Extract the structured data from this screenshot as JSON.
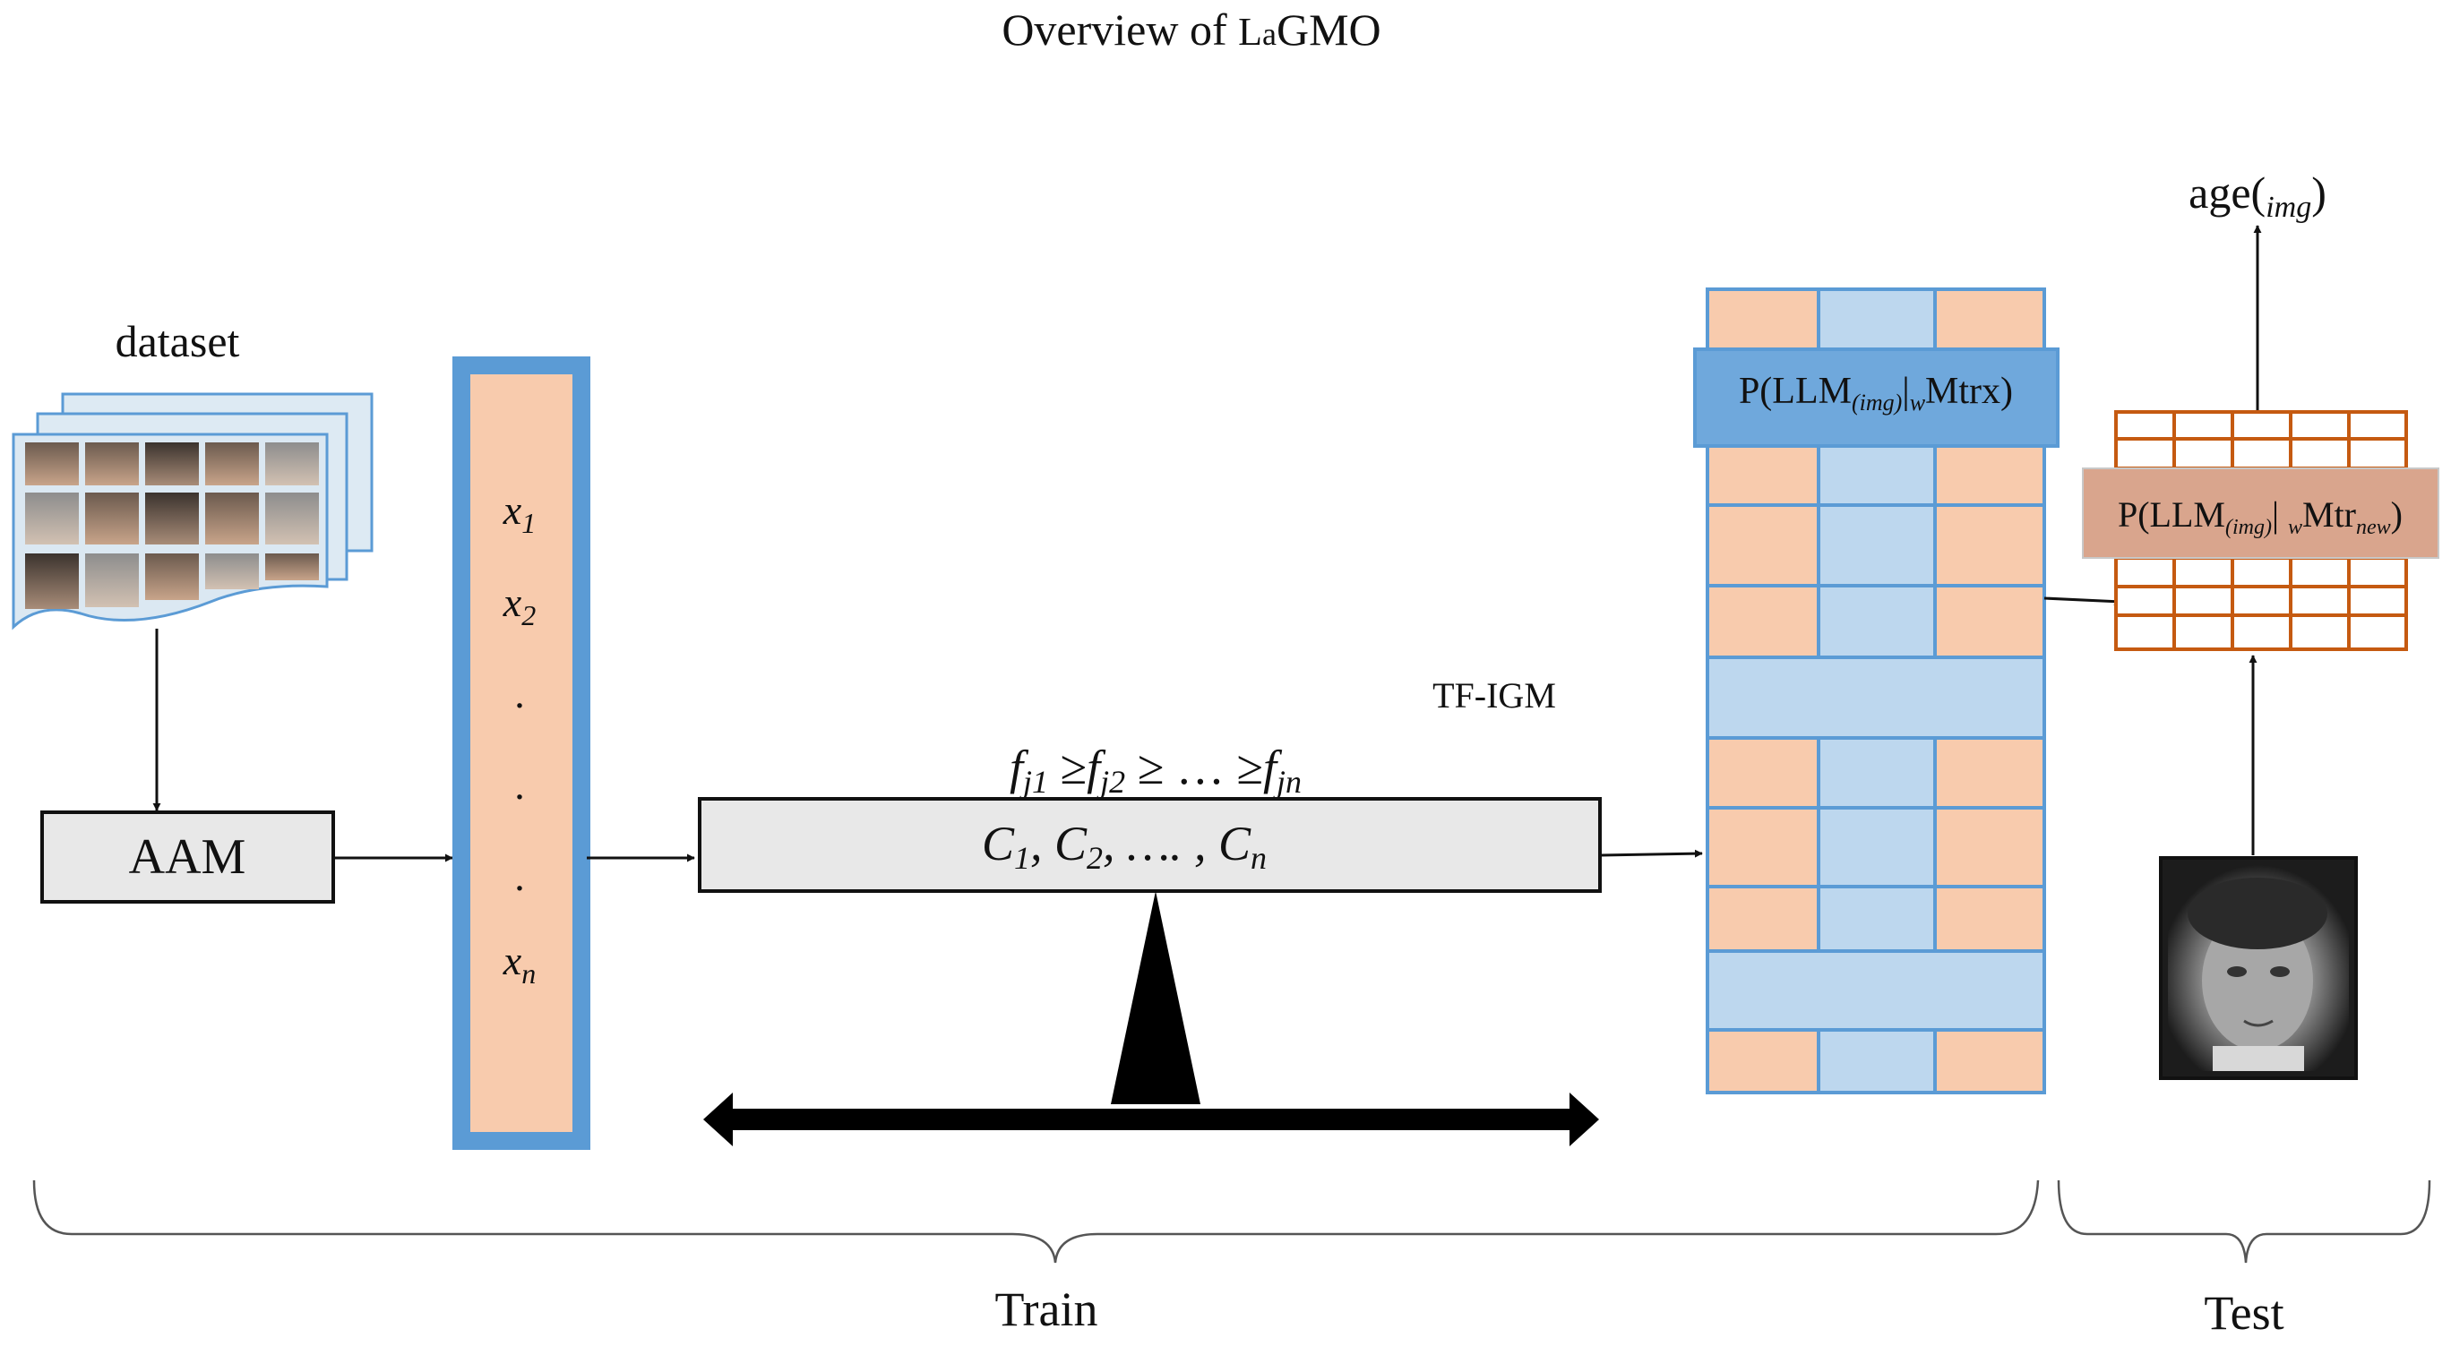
{
  "title_prefix": "Overview of ",
  "title_small_L": "L",
  "title_small_a": "a",
  "title_suffix": "GMO",
  "dataset_label": "dataset",
  "aam_label": "AAM",
  "vector": {
    "x1_base": "x",
    "x1_sub": "1",
    "x2_base": "x",
    "x2_sub": "2",
    "dot": ".",
    "xn_base": "x",
    "xn_sub": "n"
  },
  "tfigm_label": "TF-IGM",
  "freq": {
    "f1_base": "f",
    "f1_sub": "j1",
    "f2_base": "f",
    "f2_sub": "j2",
    "ge": "≥",
    "dots": "…",
    "fn_base": "f",
    "fn_sub": "jn"
  },
  "classes": {
    "c1_base": "C",
    "c1_sub": "1",
    "c2_base": "C",
    "c2_sub": "2",
    "mid": ",  …. ,",
    "cn_base": "C",
    "cn_sub": "n",
    "comma": ","
  },
  "matrix_label": {
    "pre": "P(LLM",
    "sub_img": "(img)",
    "bar": "|",
    "sub_w": "w",
    "post": "Mtrx)"
  },
  "test_matrix_label": {
    "pre": "P(LLM",
    "sub_img": "(img)",
    "bar": "| ",
    "sub_w": "w",
    "mid": "Mtr",
    "sub_new": "new",
    "post": ")"
  },
  "age_label": {
    "pre": "age(",
    "sub": "img",
    "post": ")"
  },
  "train_label": "Train",
  "test_label": "Test",
  "colors": {
    "peach": "#F8CBAD",
    "light_blue": "#BDD7EE",
    "border_blue": "#5B9BD5",
    "header_blue": "#6FA8DC",
    "grid_orange": "#C55A11",
    "test_label_fill": "#D9A58D",
    "box_gray": "#E8E8E8"
  }
}
